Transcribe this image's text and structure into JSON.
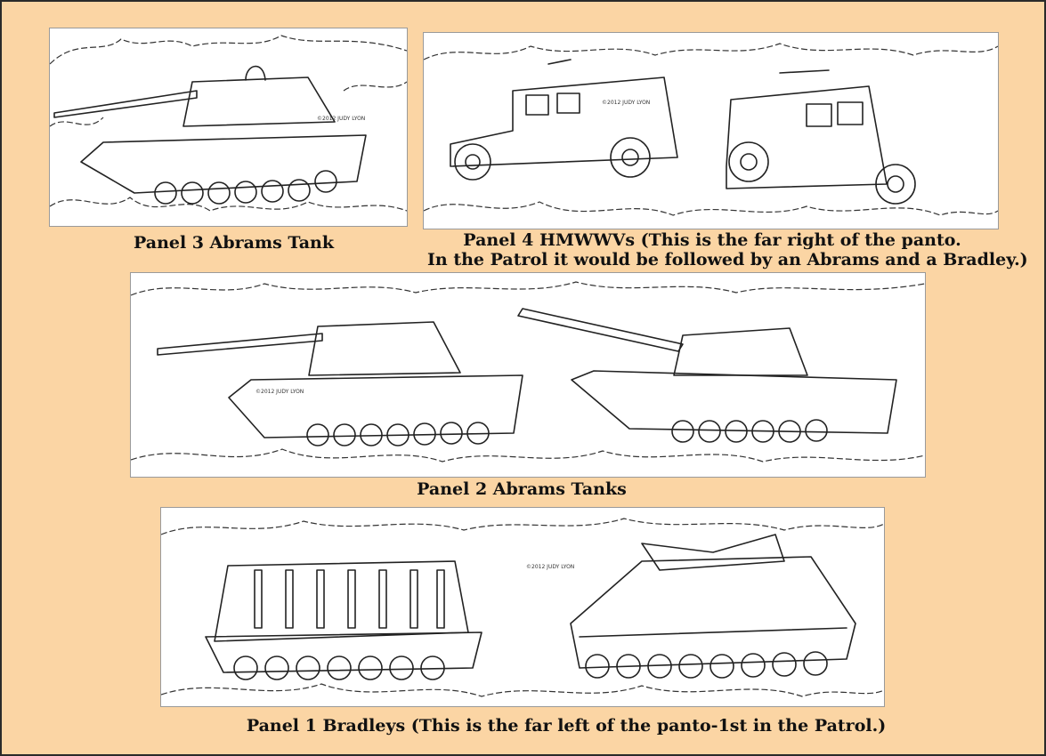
{
  "panels": [
    {
      "id": "panel-3",
      "caption_lines": [
        "Panel 3 Abrams Tank"
      ],
      "signature": "©2012 JUDY LYON"
    },
    {
      "id": "panel-4",
      "caption_lines": [
        "Panel 4 HMWWVs (This is the far right of  the panto.",
        "In the Patrol it would be followed by an Abrams and a Bradley.)"
      ],
      "signature": "©2012 JUDY LYON"
    },
    {
      "id": "panel-2",
      "caption_lines": [
        "Panel 2 Abrams Tanks"
      ],
      "signature": "©2012 JUDY LYON"
    },
    {
      "id": "panel-1",
      "caption_lines": [
        "Panel 1 Bradleys (This is the far left of  the panto-1st in the Patrol.)"
      ],
      "signature": "©2012 JUDY LYON"
    }
  ],
  "colors": {
    "background": "#fbd5a4",
    "panel": "#ffffff",
    "line": "#222222"
  }
}
